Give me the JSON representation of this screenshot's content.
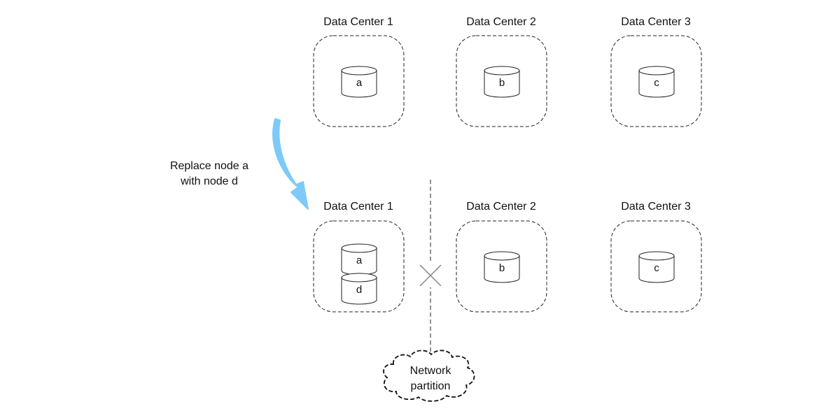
{
  "diagram": {
    "top_row": {
      "data_centers": [
        {
          "title": "Data Center 1",
          "nodes": [
            "a"
          ]
        },
        {
          "title": "Data Center 2",
          "nodes": [
            "b"
          ]
        },
        {
          "title": "Data Center 3",
          "nodes": [
            "c"
          ]
        }
      ]
    },
    "transition": {
      "label": [
        "Replace node a",
        "with node d"
      ],
      "arrow_color": "#7dcaf8"
    },
    "bottom_row": {
      "data_centers": [
        {
          "title": "Data Center 1",
          "nodes": [
            "a",
            "d"
          ]
        },
        {
          "title": "Data Center 2",
          "nodes": [
            "b"
          ]
        },
        {
          "title": "Data Center 3",
          "nodes": [
            "c"
          ]
        }
      ]
    },
    "partition": {
      "label": [
        "Network",
        "partition"
      ]
    },
    "colors": {
      "line": "#222222",
      "partition_cross": "#888888",
      "arrow": "#7dcaf8"
    }
  }
}
